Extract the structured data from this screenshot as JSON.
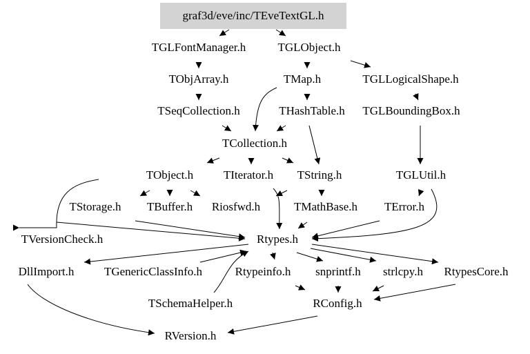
{
  "graph": {
    "root": "graf3d/eve/inc/TEveTextGL.h",
    "root_fill": "#d3d3d3",
    "nodes": {
      "TGLFontManager": "TGLFontManager.h",
      "TGLObject": "TGLObject.h",
      "TObjArray": "TObjArray.h",
      "TMap": "TMap.h",
      "TGLLogicalShape": "TGLLogicalShape.h",
      "TSeqCollection": "TSeqCollection.h",
      "THashTable": "THashTable.h",
      "TGLBoundingBox": "TGLBoundingBox.h",
      "TCollection": "TCollection.h",
      "TObject": "TObject.h",
      "TIterator": "TIterator.h",
      "TString": "TString.h",
      "TGLUtil": "TGLUtil.h",
      "TStorage": "TStorage.h",
      "TBuffer": "TBuffer.h",
      "Riosfwd": "Riosfwd.h",
      "TMathBase": "TMathBase.h",
      "TError": "TError.h",
      "TVersionCheck": "TVersionCheck.h",
      "Rtypes": "Rtypes.h",
      "DllImport": "DllImport.h",
      "TGenericClassInfo": "TGenericClassInfo.h",
      "Rtypeinfo": "Rtypeinfo.h",
      "snprintf": "snprintf.h",
      "strlcpy": "strlcpy.h",
      "RtypesCore": "RtypesCore.h",
      "TSchemaHelper": "TSchemaHelper.h",
      "RConfig": "RConfig.h",
      "RVersion": "RVersion.h"
    }
  }
}
